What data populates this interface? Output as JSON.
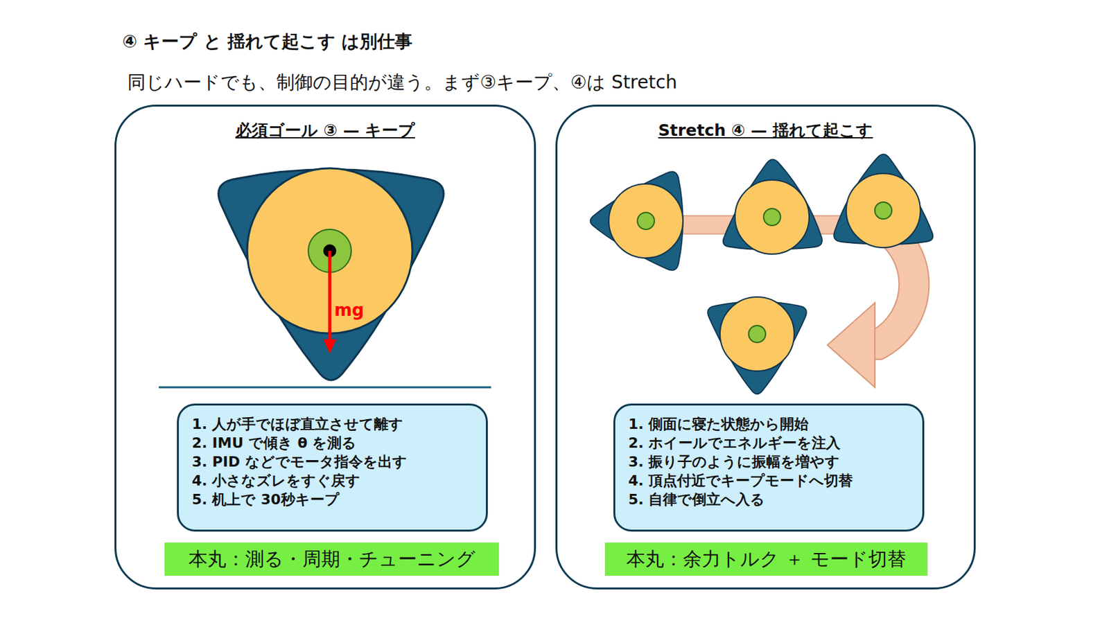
{
  "diagram": {
    "title": "④ キープ と 揺れて起こす は別仕事",
    "nodes": [
      {
        "text": [
          "必須ゴール ③ — キープ"
        ]
      },
      {
        "text": [
          "1. 人が手でほぼ直立させて離す",
          "2. IMU で傾き θ を測る",
          "3. PID などでモータ指令を出す",
          "4. 小さなズレをすぐ戻す",
          "5. 机上で 30秒キープ"
        ],
        "in": 0
      },
      {
        "text": [
          "本丸：測る・周期・チューニング"
        ],
        "in": 0
      },
      {
        "text": [
          "Stretch ④ — 揺れて起こす"
        ]
      },
      {
        "text": [
          "1. 側面に寝た状態から開始",
          "2. ホイールでエネルギーを注入",
          "3. 振り子のように振幅を増やす",
          "4. 頂点付近でキープモードへ切替",
          "5. 自律で倒立へ入る"
        ],
        "in": 3
      },
      {
        "text": [
          "本丸：余力トルク ＋ モード切替"
        ],
        "in": 3
      }
    ],
    "labels": [
      "同じハードでも、制御の目的が違う。まず③キープ、④は Stretch",
      "mg"
    ]
  }
}
